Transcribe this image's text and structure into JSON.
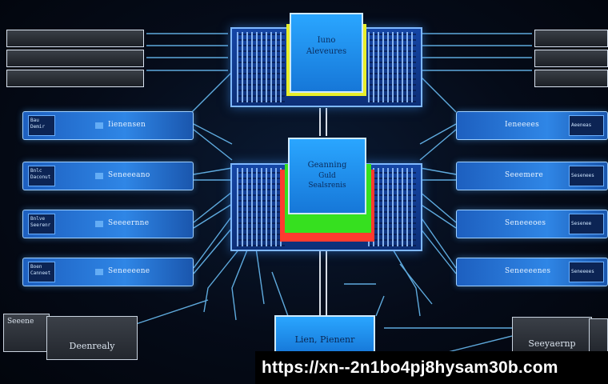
{
  "top_chip": {
    "line1": "Iuno",
    "line2": "Aleveures"
  },
  "mid_chip": {
    "line1": "Geanning",
    "line2": "Guld",
    "line3": "Sealsrenis"
  },
  "bottom_center": {
    "label": "Lien, Pienenr"
  },
  "left_panels": [
    {
      "tag": "Bau\nDemir",
      "label": "Iienensen"
    },
    {
      "tag": "Bnlc\nDaconut",
      "label": "Seneeeano"
    },
    {
      "tag": "Bnlve\nSeerenr",
      "label": "Seeeernne"
    },
    {
      "tag": "Boen\nCanneet",
      "label": "Seneeeene"
    }
  ],
  "right_panels": [
    {
      "label": "Ieneeees",
      "tag": "Aeeneas"
    },
    {
      "label": "Seeemere",
      "tag": "Sesenees"
    },
    {
      "label": "Seneeeoes",
      "tag": "Sesenee"
    },
    {
      "label": "Seneeeenes",
      "tag": "Seneeees"
    }
  ],
  "bottom_left": {
    "small": "Seeene",
    "label": "Deenrealy"
  },
  "bottom_right": {
    "label": "Seeyaernp"
  },
  "watermark": "https://xn--2n1bo4pj8hysam30b.com",
  "colors": {
    "background": "#050b18",
    "panel_blue": "#2f86e6",
    "wire": "#6fc6ff",
    "accent_green": "#36e01f",
    "accent_red": "#ff3b2f",
    "accent_yellow": "#e8ee2a"
  }
}
